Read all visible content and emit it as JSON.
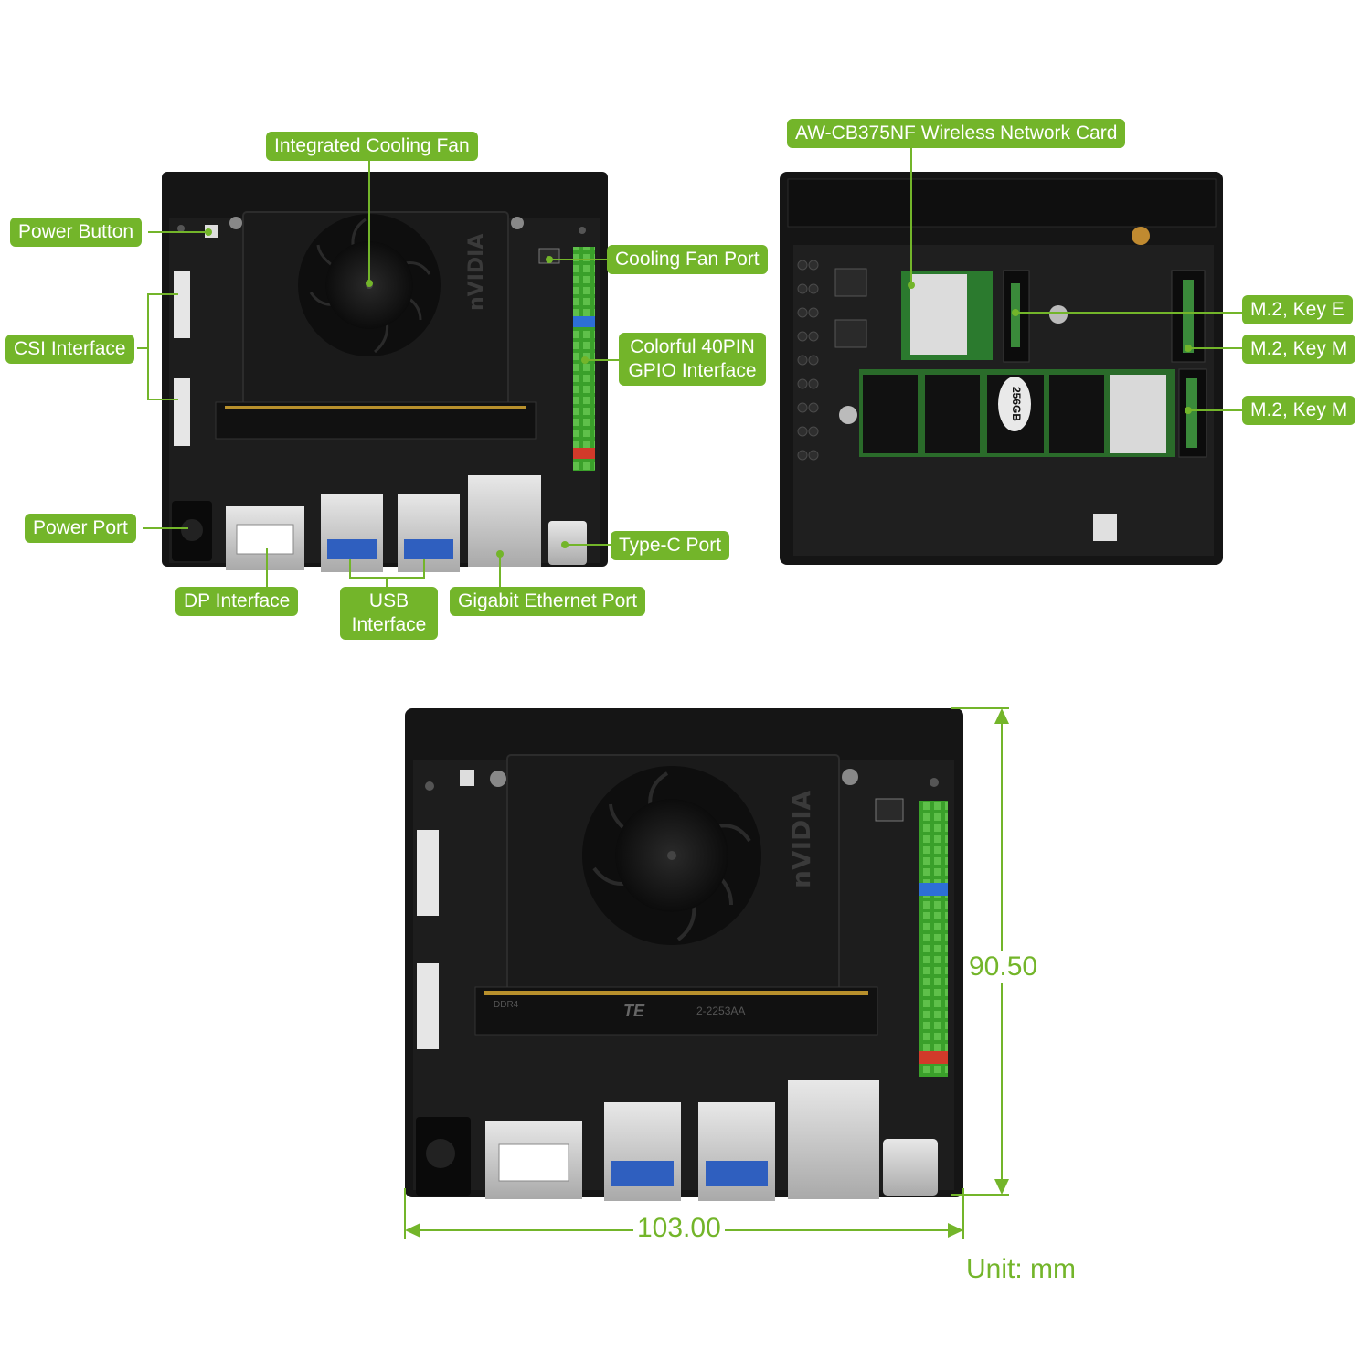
{
  "labels": {
    "integrated_cooling_fan": "Integrated Cooling Fan",
    "power_button": "Power Button",
    "cooling_fan_port": "Cooling Fan Port",
    "csi_interface": "CSI Interface",
    "gpio_line1": "Colorful 40PIN",
    "gpio_line2": "GPIO Interface",
    "power_port": "Power Port",
    "type_c_port": "Type-C Port",
    "dp_interface": "DP Interface",
    "usb_line1": "USB",
    "usb_line2": "Interface",
    "gigabit_ethernet_port": "Gigabit Ethernet Port",
    "wireless_card": "AW-CB375NF Wireless Network Card",
    "m2_key_e": "M.2, Key E",
    "m2_key_m_1": "M.2, Key M",
    "m2_key_m_2": "M.2, Key M"
  },
  "board_text": {
    "nvidia": "nVIDIA",
    "ssd_capacity": "256GB",
    "connector_brand": "TE",
    "connector_part": "2-2253AA",
    "ddr": "DDR4"
  },
  "dimensions": {
    "height": "90.50",
    "width": "103.00",
    "unit": "Unit: mm"
  },
  "colors": {
    "accent": "#73b52a",
    "board": "#151515",
    "pcb": "#1f1f1f"
  }
}
